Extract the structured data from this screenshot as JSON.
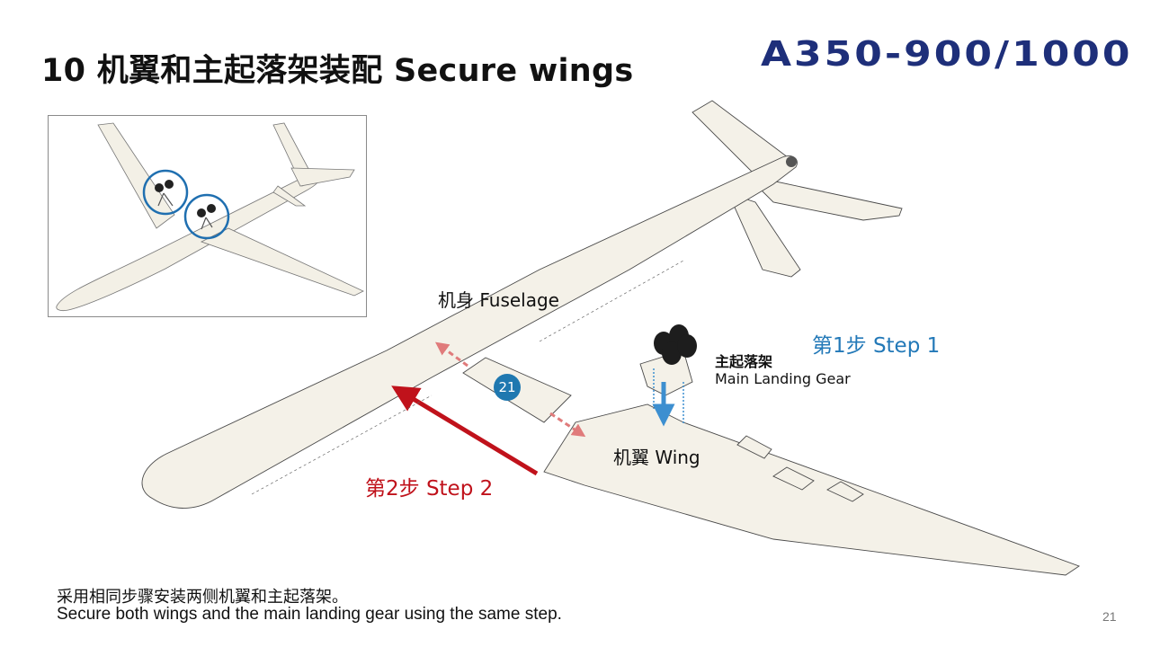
{
  "slide": {
    "title": "10 机翼和主起落架装配 Secure wings",
    "brand": "A350-900/1000",
    "page_number": "21"
  },
  "diagram": {
    "labels": {
      "fuselage": "机身 Fuselage",
      "wing": "机翼 Wing",
      "main_landing_gear_cn": "主起落架",
      "main_landing_gear_en": "Main Landing Gear"
    },
    "steps": {
      "step1": "第1步 Step 1",
      "step2": "第2步 Step 2"
    },
    "part_badge": "21",
    "colors": {
      "step1": "#2379b8",
      "step2": "#c0121b",
      "badge": "#1f78b0",
      "brand": "#1e2f7a",
      "airframe": "#f3f0e6"
    }
  },
  "footer": {
    "instruction_cn": "采用相同步骤安装两侧机翼和主起落架。",
    "instruction_en": "Secure both wings and the main landing gear using the same step."
  }
}
